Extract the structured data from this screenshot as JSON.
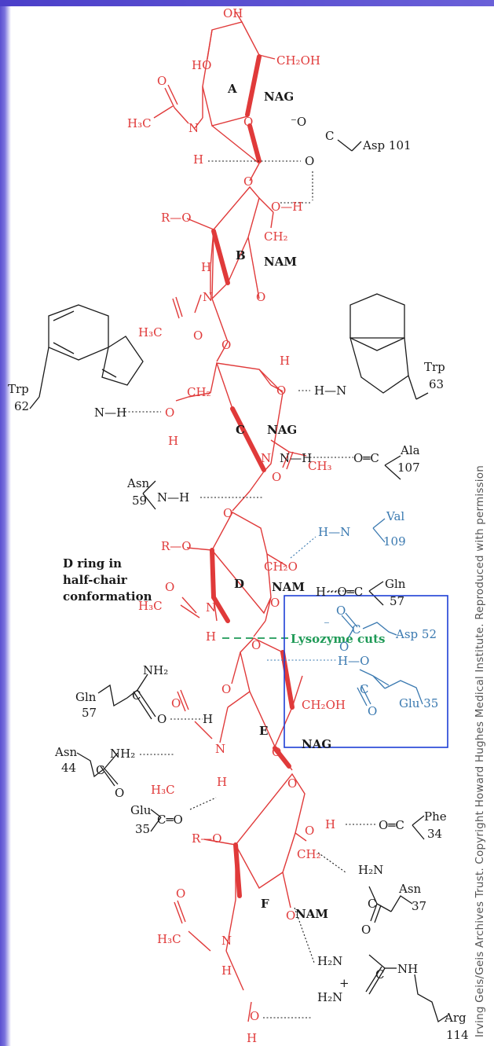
{
  "colors": {
    "sugar": "#e03a3a",
    "protein_blue": "#3a79b0",
    "cut_green": "#1f9a57",
    "highlight_box": "#1d3fd6",
    "text_dark": "#1a1a1a"
  },
  "rings": [
    {
      "letter": "A",
      "sugar": "NAG"
    },
    {
      "letter": "B",
      "sugar": "NAM"
    },
    {
      "letter": "C",
      "sugar": "NAG"
    },
    {
      "letter": "D",
      "sugar": "NAM"
    },
    {
      "letter": "E",
      "sugar": "NAG"
    },
    {
      "letter": "F",
      "sugar": "NAM"
    }
  ],
  "sugar_labels": {
    "oh_top": "OH",
    "ho_a": "HO",
    "ch2oh_a": "CH₂OH",
    "o_ring_a": "O",
    "h3c_a": "H₃C",
    "n_a": "N",
    "h_a": "H",
    "o_carbonyl_a": "O",
    "o_link_ab": "O",
    "r_o_b": "R—O",
    "ch2_b": "CH₂",
    "o_h_b": "O—H",
    "h_b": "H",
    "n_b": "N",
    "o_ring_b": "O",
    "h3c_b": "H₃C",
    "o_carbonyl_b": "O",
    "o_link_bc": "O",
    "ch2_c": "CH₂",
    "o_c6": "O",
    "h_c6": "H",
    "o3_c": "O",
    "h3_c": "H",
    "n_c": "N",
    "o_link_cd": "O",
    "ch3_c": "CH₃",
    "o_carbonyl_c": "O",
    "r_o_d": "R—O",
    "ch2o_d": "CH₂O",
    "o_ring_d": "O",
    "h3c_d": "H₃C",
    "n_d": "N",
    "h_d": "H",
    "o_carbonyl_d": "O",
    "o_link_de": "O",
    "o3_e": "O",
    "ch2oh_e": "CH₂OH",
    "o_ring_e": "O",
    "h3c_e": "H₃C",
    "n_e": "N",
    "h_e": "H",
    "o_carbonyl_e": "O",
    "o_link_ef": "O",
    "r_o_f": "R—O",
    "ch2_f": "CH₂",
    "o6_f": "O",
    "h6_f": "H",
    "o_ring_f": "O",
    "h3c_f": "H₃C",
    "n_f": "N",
    "h_f": "H",
    "o_carbonyl_f": "O",
    "o1_f": "O",
    "h1_f": "H"
  },
  "residues": {
    "asp101": "Asp 101",
    "asp101_o_minus": "⁻O",
    "asp101_c": "C",
    "asp101_o": "O",
    "trp62_name": "Trp",
    "trp62_num": "62",
    "trp62_nh": "N—H",
    "trp63_name": "Trp",
    "trp63_num": "63",
    "trp63_hn": "H—N",
    "ala107_name": "Ala",
    "ala107_num": "107",
    "ala107_co": "O═C",
    "nh_c": "N—H",
    "asn59_name": "Asn",
    "asn59_num": "59",
    "asn59_nh": "N—H",
    "val109_name": "Val",
    "val109_num": "109",
    "val109_hn": "H—N",
    "gln57_name": "Gln",
    "gln57_num": "57",
    "gln57_co": "H···O═C",
    "asp52": "Asp 52",
    "asp52_c": "C",
    "asp52_o_minus": "⁻",
    "asp52_o1": "O",
    "asp52_o2": "O",
    "glu35": "Glu 35",
    "glu35_ho": "H—O",
    "glu35_c": "C",
    "glu35_o": "O",
    "gln57b_name": "Gln",
    "gln57b_num": "57",
    "gln57b_nh2": "NH₂",
    "gln57b_c": "C",
    "gln57b_o": "O",
    "gln57b_h": "H",
    "asn44_name": "Asn",
    "asn44_num": "44",
    "asn44_nh2": "NH₂",
    "asn44_c": "C",
    "asn44_o": "O",
    "glu35b_name": "Glu",
    "glu35b_num": "35",
    "glu35b_co": "C═O",
    "phe34_name": "Phe",
    "phe34_num": "34",
    "phe34_co": "O═C",
    "phe34_h": "H",
    "asn37_name": "Asn",
    "asn37_num": "37",
    "asn37_h2n": "H₂N",
    "asn37_c": "C",
    "asn37_o": "O",
    "arg114_name": "Arg",
    "arg114_num": "114",
    "arg114_h2n": "H₂N",
    "arg114_h2n_plus": "H₂N",
    "arg114_plus": "+",
    "arg114_nh": "NH",
    "arg114_c": "C"
  },
  "annotations": {
    "d_ring_line1": "D ring in",
    "d_ring_line2": "half-chair",
    "d_ring_line3": "conformation",
    "lysozyme_cuts": "Lysozyme cuts"
  },
  "credit": "Irving Geis/Geis Archives Trust. Copyright Howard Hughes Medical Institute. Reproduced with permission"
}
